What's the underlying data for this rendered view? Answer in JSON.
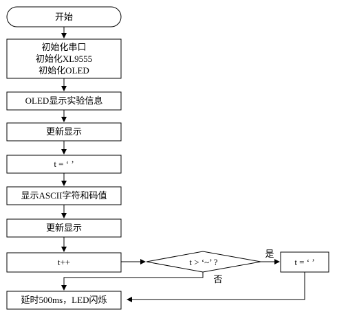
{
  "nodes": {
    "start": "开始",
    "init_line1": "初始化串口",
    "init_line2": "初始化XL9555",
    "init_line3": "初始化OLED",
    "oled_show": "OLED显示实验信息",
    "refresh1": "更新显示",
    "t_assign": "t = ‘ ’",
    "show_ascii": "显示ASCII字符和码值",
    "refresh2": "更新显示",
    "t_inc": "t++",
    "decision": "t > ‘~’ ?",
    "t_reset": "t = ‘ ’",
    "delay": "延时500ms，LED闪烁"
  },
  "edges": {
    "yes": "是",
    "no": "否"
  }
}
